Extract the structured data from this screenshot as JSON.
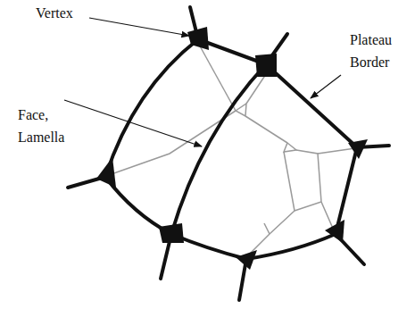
{
  "diagram": {
    "labels": [
      "Vertex",
      "Plateau Border",
      "Face, Lamella"
    ]
  }
}
